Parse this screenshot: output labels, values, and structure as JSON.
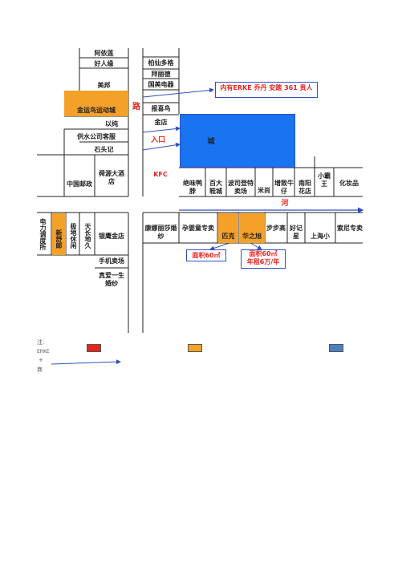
{
  "left_column": {
    "shop_1": "阿依莲",
    "shop_2": "好人缘",
    "shop_3": "美邦",
    "shop_4": "金运鸟运动城",
    "shop_5": "以纯",
    "shop_6": "供水公司客服",
    "shop_7": "石头记",
    "shop_8": "舜源大酒店",
    "shop_9": "中国邮政"
  },
  "right_column": {
    "shop_1": "柏仙多格",
    "shop_2": "拜丽德",
    "shop_3": "国美电器",
    "shop_4": "报喜鸟",
    "shop_5": "金店"
  },
  "road_label": "路",
  "entrance_label": "入口",
  "callout_top": "内有ERKE  乔丹  安踏  361   贵人",
  "mall_label": "城",
  "kfc": "KFC",
  "row_shops": [
    "绝味鸭脖",
    "百大鞋城",
    "波司登特卖场",
    "米尚",
    "增致牛仔",
    "南阳花店",
    "小霸王",
    "化妆品"
  ],
  "river_label": "河",
  "bottom_left": {
    "col_1": "电力调度所",
    "col_2": "新舒邮",
    "col_3": "极地休闲",
    "col_4": "天长地久",
    "shop_a": "银鹰金店",
    "shop_b": "手机卖场",
    "shop_c": "真爱一生婚纱"
  },
  "bottom_right": {
    "shop_1": "康娜丽莎婚纱",
    "shop_2": "孕婴童专卖",
    "shop_3": "匹克",
    "shop_4": "华之旭",
    "shop_5": "步步高",
    "shop_6": "好记星",
    "shop_7": "上海小",
    "shop_8": "索尼专卖"
  },
  "area_box_1": "面积60㎡",
  "area_box_2_line1": "面积60㎡",
  "area_box_2_line2": "年租6万/年",
  "legend": {
    "note": "注:",
    "erke": "ERKE",
    "plus": "+",
    "shop": "商",
    "colors": {
      "red": "#e8231c",
      "orange": "#f4a12a",
      "blue": "#4f7fc0"
    }
  }
}
